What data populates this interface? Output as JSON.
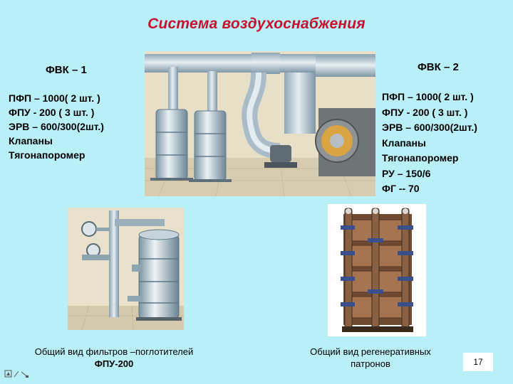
{
  "title": "Система воздухоснабжения",
  "left_block": {
    "heading": "ФВК – 1",
    "items": [
      "ПФП – 1000( 2 шт. )",
      "ФПУ - 200 ( 3 шт. )",
      "ЭРВ – 600/300(2шт.)",
      "Клапаны",
      "Тягонапоромер"
    ]
  },
  "right_block": {
    "heading": "ФВК – 2",
    "items": [
      "ПФП – 1000( 2 шт. )",
      "ФПУ - 200 ( 3 шт. )",
      "ЭРВ – 600/300(2шт.)",
      "Клапаны",
      "Тягонапоромер",
      "РУ – 150/6",
      "ФГ -- 70"
    ]
  },
  "captions": {
    "filters_line1": "Общий вид фильтров –поглотителей",
    "filters_line2": "ФПУ-200",
    "cartridges_line1": "Общий вид регенеративных",
    "cartridges_line2": "патронов"
  },
  "page_number": "17",
  "colors": {
    "background": "#b9f0f7",
    "title": "#c8102e"
  },
  "icons": [
    "filter-system-illustration",
    "filter-unit-illustration",
    "regenerative-cartridge-photo",
    "slide-navigation-icon"
  ]
}
